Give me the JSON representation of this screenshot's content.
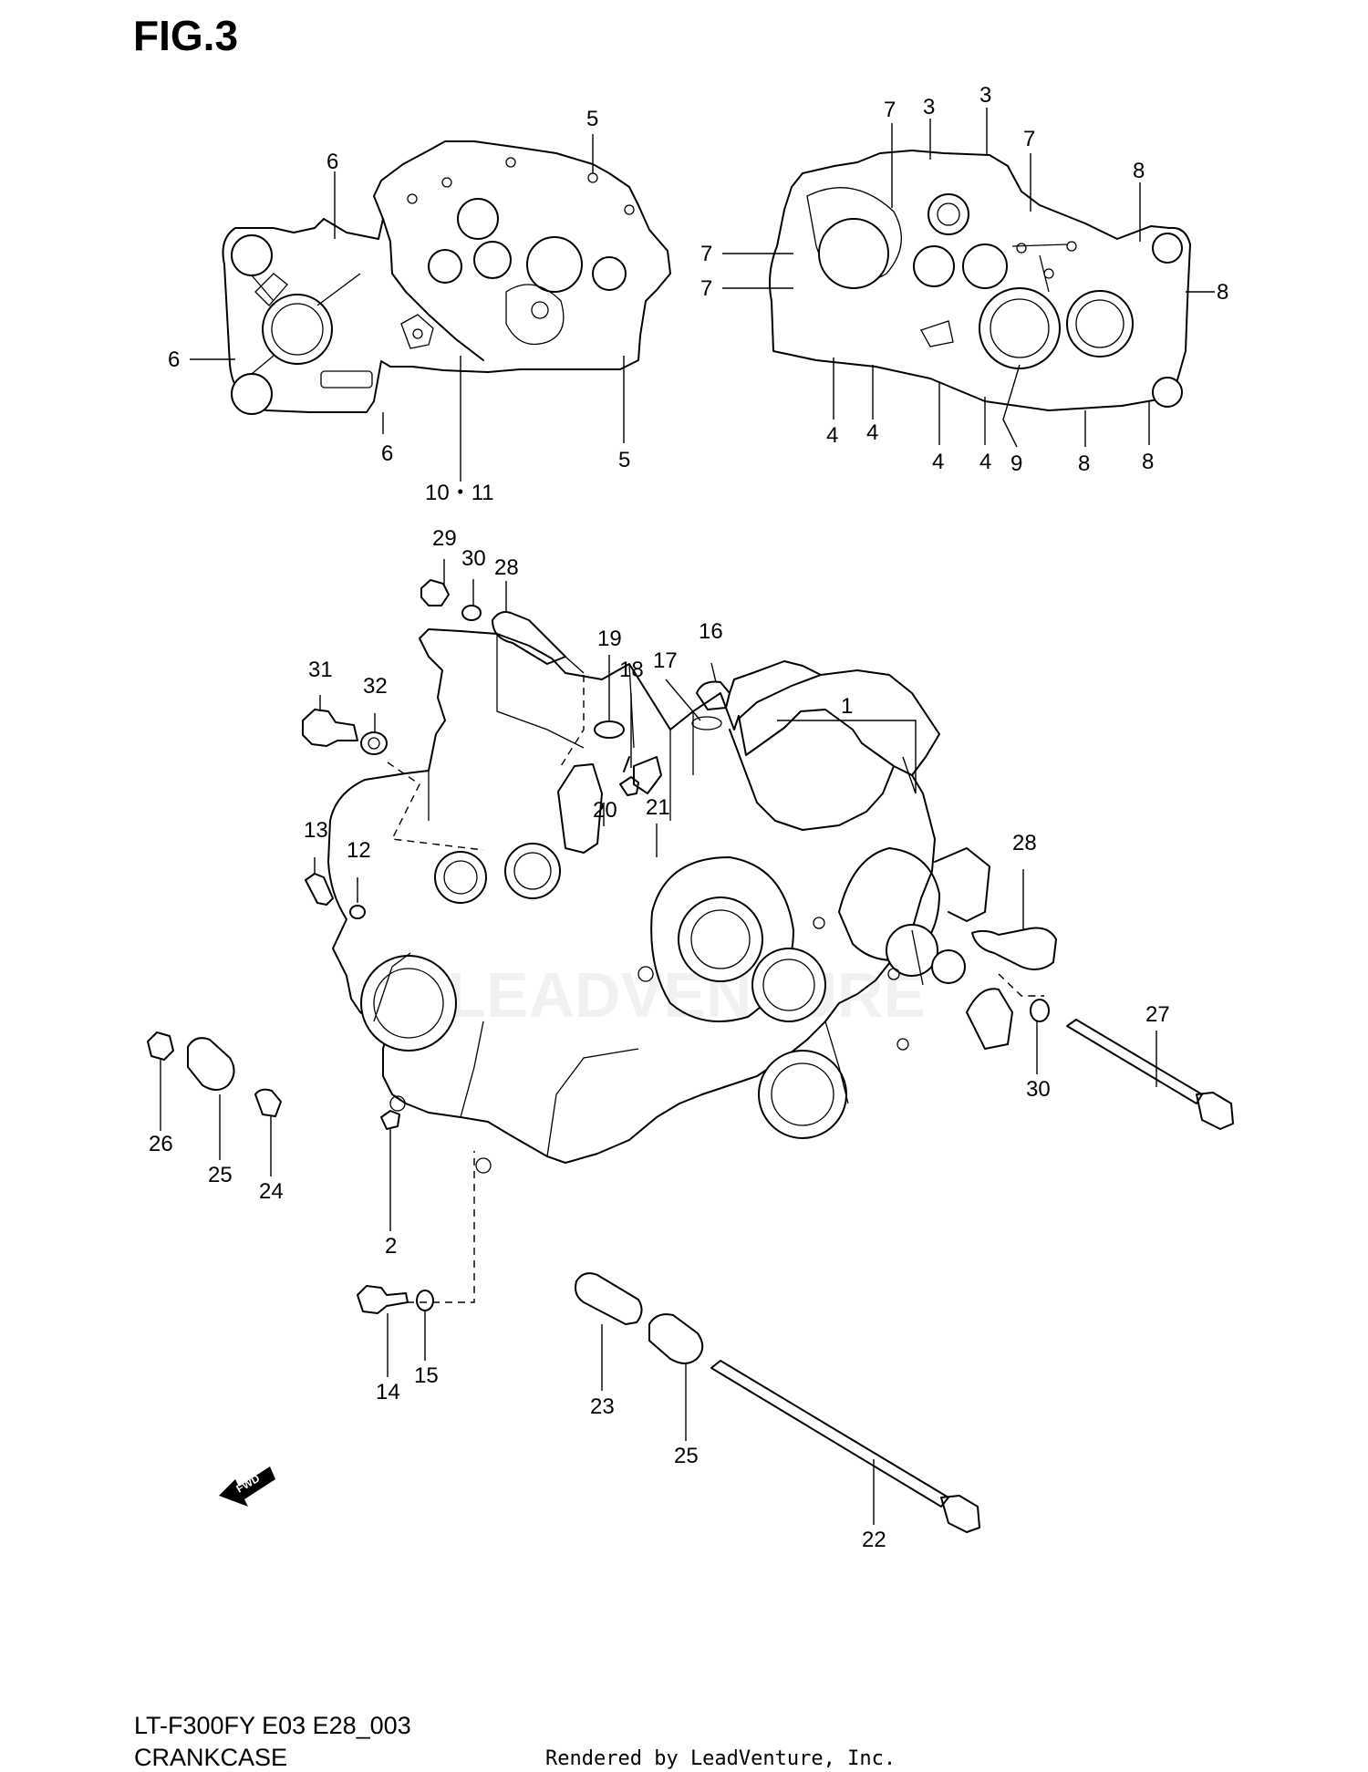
{
  "figure": {
    "title": "FIG.3",
    "model_code": "LT-F300FY E03 E28_003",
    "section_name": "CRANKCASE",
    "credit": "Rendered by LeadVenture, Inc.",
    "watermark": "LEADVENTURE",
    "fwd_label": "FWD"
  },
  "callouts": [
    {
      "id": "c-6a",
      "label": "6"
    },
    {
      "id": "c-6b",
      "label": "6"
    },
    {
      "id": "c-6c",
      "label": "6"
    },
    {
      "id": "c-5a",
      "label": "5"
    },
    {
      "id": "c-5b",
      "label": "5"
    },
    {
      "id": "c-1011",
      "label": "10・11"
    },
    {
      "id": "c-7a",
      "label": "7"
    },
    {
      "id": "c-3a",
      "label": "3"
    },
    {
      "id": "c-3b",
      "label": "3"
    },
    {
      "id": "c-7b",
      "label": "7"
    },
    {
      "id": "c-8a",
      "label": "8"
    },
    {
      "id": "c-7c",
      "label": "7"
    },
    {
      "id": "c-7d",
      "label": "7"
    },
    {
      "id": "c-8b",
      "label": "8"
    },
    {
      "id": "c-4a",
      "label": "4"
    },
    {
      "id": "c-4b",
      "label": "4"
    },
    {
      "id": "c-4c",
      "label": "4"
    },
    {
      "id": "c-4d",
      "label": "4"
    },
    {
      "id": "c-9",
      "label": "9"
    },
    {
      "id": "c-8c",
      "label": "8"
    },
    {
      "id": "c-8d",
      "label": "8"
    },
    {
      "id": "c-29",
      "label": "29"
    },
    {
      "id": "c-30a",
      "label": "30"
    },
    {
      "id": "c-28a",
      "label": "28"
    },
    {
      "id": "c-19",
      "label": "19"
    },
    {
      "id": "c-16",
      "label": "16"
    },
    {
      "id": "c-17",
      "label": "17"
    },
    {
      "id": "c-18",
      "label": "18"
    },
    {
      "id": "c-31",
      "label": "31"
    },
    {
      "id": "c-32",
      "label": "32"
    },
    {
      "id": "c-1",
      "label": "1"
    },
    {
      "id": "c-20",
      "label": "20"
    },
    {
      "id": "c-21",
      "label": "21"
    },
    {
      "id": "c-13",
      "label": "13"
    },
    {
      "id": "c-12",
      "label": "12"
    },
    {
      "id": "c-28b",
      "label": "28"
    },
    {
      "id": "c-27",
      "label": "27"
    },
    {
      "id": "c-30b",
      "label": "30"
    },
    {
      "id": "c-26",
      "label": "26"
    },
    {
      "id": "c-25a",
      "label": "25"
    },
    {
      "id": "c-24",
      "label": "24"
    },
    {
      "id": "c-2",
      "label": "2"
    },
    {
      "id": "c-14",
      "label": "14"
    },
    {
      "id": "c-15",
      "label": "15"
    },
    {
      "id": "c-23",
      "label": "23"
    },
    {
      "id": "c-25b",
      "label": "25"
    },
    {
      "id": "c-22",
      "label": "22"
    }
  ]
}
